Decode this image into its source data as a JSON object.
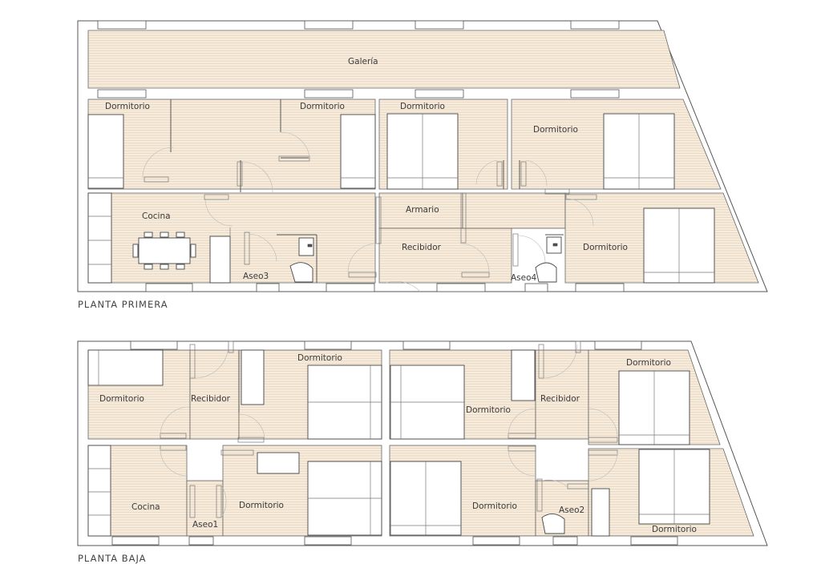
{
  "plans": {
    "upper": {
      "title": "PLANTA  PRIMERA",
      "rooms": {
        "galeria": "Galería",
        "dormitorio_1": "Dormitorio",
        "dormitorio_2": "Dormitorio",
        "dormitorio_3": "Dormitorio",
        "dormitorio_4": "Dormitorio",
        "dormitorio_5": "Dormitorio",
        "armario": "Armario",
        "cocina": "Cocina",
        "recibidor": "Recibidor",
        "aseo3": "Aseo3",
        "aseo4": "Aseo4"
      }
    },
    "lower": {
      "title": "PLANTA  BAJA",
      "rooms": {
        "dormitorio_1": "Dormitorio",
        "recibidor_1": "Recibidor",
        "dormitorio_2": "Dormitorio",
        "dormitorio_3": "Dormitorio",
        "recibidor_2": "Recibidor",
        "dormitorio_4": "Dormitorio",
        "cocina": "Cocina",
        "aseo1": "Aseo1",
        "dormitorio_5": "Dormitorio",
        "dormitorio_6": "Dormitorio",
        "aseo2": "Aseo2",
        "dormitorio_7": "Dormitorio"
      }
    }
  },
  "colors": {
    "floor": "#f5eadb",
    "floor_line": "#e6d2b8",
    "wall": "#555555"
  }
}
